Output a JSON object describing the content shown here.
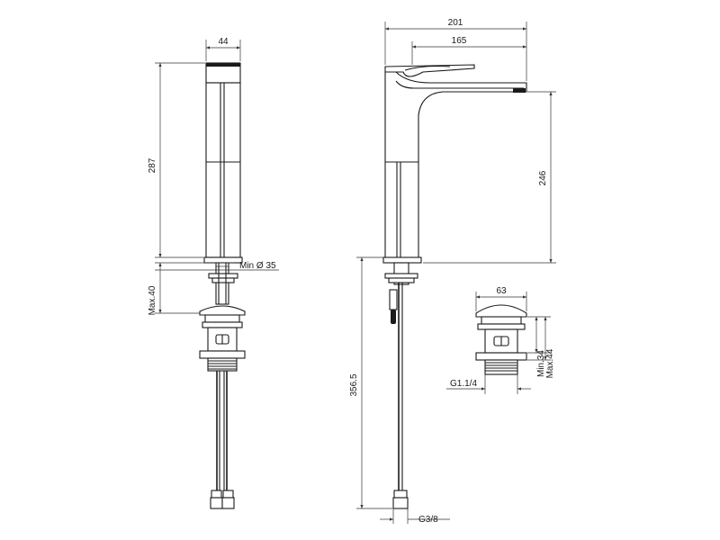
{
  "dimensions": {
    "front_width": "44",
    "front_height": "287",
    "hole_min_diameter": "Min Ø 35",
    "deck_max": "Max.40",
    "side_total_width": "201",
    "spout_reach": "165",
    "spout_height": "246",
    "hose_length": "356.5",
    "hose_thread": "G3/8",
    "waste_diameter": "63",
    "waste_thread": "G1.1/4",
    "waste_min": "Min.34",
    "waste_max": "Max.44"
  }
}
